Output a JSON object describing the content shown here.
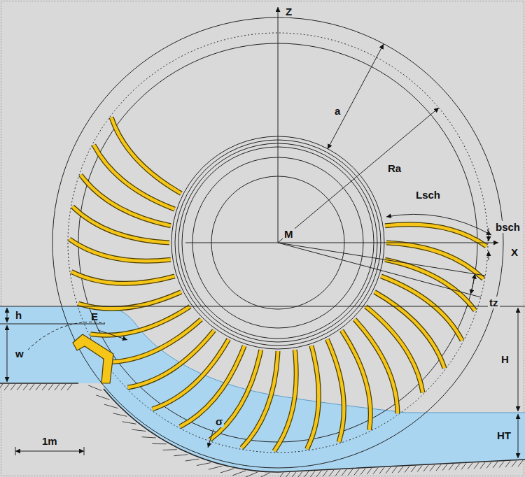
{
  "diagram": {
    "labels": [
      "Z",
      "a",
      "Ra",
      "Lsch",
      "bsch",
      "M",
      "X",
      "tz",
      "h",
      "E",
      "w",
      "H",
      "HT",
      "σ",
      "1m"
    ]
  }
}
